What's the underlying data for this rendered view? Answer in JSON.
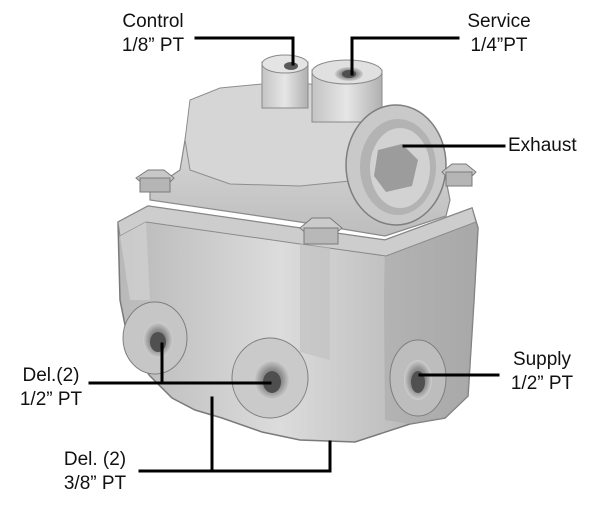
{
  "callouts": {
    "control": {
      "name": "Control",
      "size": "1/8” PT"
    },
    "service": {
      "name": "Service",
      "size": "1/4”PT"
    },
    "exhaust": {
      "name": "Exhaust"
    },
    "supply": {
      "name": "Supply",
      "size": "1/2” PT"
    },
    "delivery_half": {
      "name": "Del.(2)",
      "size": "1/2” PT"
    },
    "delivery_three_eighths": {
      "name": "Del. (2)",
      "size": "3/8” PT"
    }
  },
  "colors": {
    "background": "#ffffff",
    "leader_line": "#000000",
    "body_light": "#d9d9d9",
    "body_mid": "#bdbdbd",
    "body_dark": "#8f8f8f",
    "port_shadow": "#555555"
  },
  "image": {
    "subject": "relay valve"
  }
}
